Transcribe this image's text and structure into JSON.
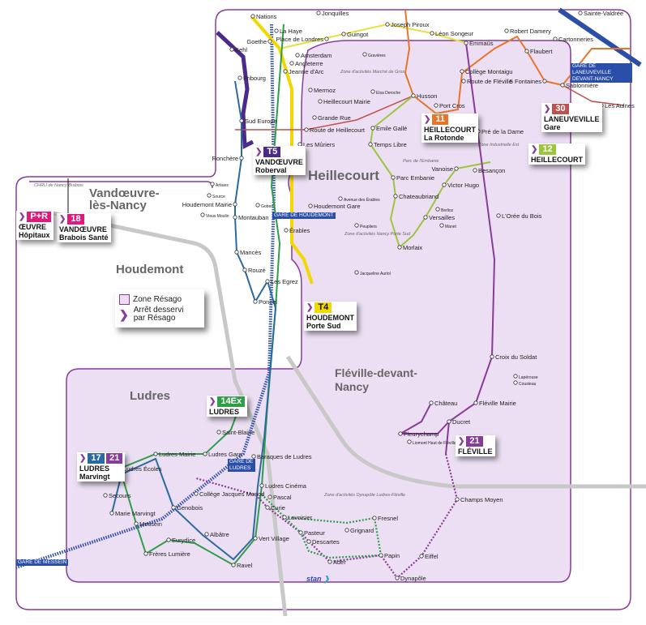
{
  "colors": {
    "zone_fill": "#ecdff3",
    "zone_border": "#8a3a9a",
    "T5": "#4b2a8a",
    "T4": "#f2d700",
    "L11": "#e8742a",
    "L12": "#9bc53d",
    "L14": "#2e9e48",
    "L17": "#2b6aa0",
    "L21": "#8a3a9a",
    "L30": "#c0504d",
    "L18": "#e0197d",
    "rail": "#2b4fa8"
  },
  "towns": [
    "Heillecourt",
    "Vandœuvre-",
    "lès-Nancy",
    "Houdemont",
    "Ludres",
    "Fléville-devant-",
    "Nancy"
  ],
  "zones": [
    "Zone d'activités Marché de Gros",
    "Parc de l'Embanie",
    "Zone Industrielle Est",
    "Zone d'activités Nancy Porte Sud",
    "Zone d'activités Dynapôle Ludres-Fléville",
    "CHRU de Nancy Brabois"
  ],
  "stations": [
    "GARE DE HOUDEMONT",
    "GARE DE LUDRES",
    "GARE DE LANEUVEVILLE DEVANT-NANCY",
    "GARE DE MESSEIN"
  ],
  "legend": {
    "zone": "Zone Résago",
    "stop_line1": "Arrêt desservi",
    "stop_line2": "par Résago"
  },
  "termini": [
    {
      "badges": [
        "T5"
      ],
      "name": "VANDŒUVRE",
      "sub": "Roberval"
    },
    {
      "badges": [
        "11"
      ],
      "name": "HEILLECOURT",
      "sub": "La Rotonde"
    },
    {
      "badges": [
        "12"
      ],
      "name": "HEILLECOURT",
      "sub": ""
    },
    {
      "badges": [
        "30"
      ],
      "name": "LANEUVEVILLE",
      "sub": "Gare"
    },
    {
      "badges": [
        "18"
      ],
      "name": "VANDŒUVRE",
      "sub": "Brabois Santé"
    },
    {
      "badges": [
        "P+R"
      ],
      "name": "ŒUVRE",
      "sub": "Hôpitaux"
    },
    {
      "badges": [
        "T4"
      ],
      "name": "HOUDEMONT",
      "sub": "Porte Sud"
    },
    {
      "badges": [
        "14Ex"
      ],
      "name": "LUDRES",
      "sub": ""
    },
    {
      "badges": [
        "17",
        "21"
      ],
      "name": "LUDRES",
      "sub": "Marvingt"
    },
    {
      "badges": [
        "21"
      ],
      "name": "FLÉVILLE",
      "sub": ""
    }
  ],
  "stops": [
    "Nations",
    "Jonquilles",
    "La Haye",
    "Goethe",
    "Place de Londres",
    "Guingot",
    "Joseph Piroux",
    "Léon Songeur",
    "Emmaüs",
    "Kehl",
    "Amsterdam",
    "Angleterre",
    "Jeanne d'Arc",
    "Fribourg",
    "Robert Damery",
    "Flaubert",
    "Cartonneries",
    "Sainte-Valdrée",
    "Collège Montaigu",
    "Route de Fléville",
    "5 Fontaines",
    "Sablonnière",
    "Les Aulnes",
    "Mermoz",
    "Husson",
    "Port Cros",
    "Heillecourt Mairie",
    "Grande Rue",
    "Sud Europe",
    "Route de Heillecourt",
    "Les Mûriers",
    "Emile Gallé",
    "Temps Libre",
    "Pré de la Dame",
    "Ronchère",
    "Vanoise",
    "Besançon",
    "Victor Hugo",
    "Parc Embanie",
    "Chateaubriand",
    "Houdemont Mairie",
    "Montauban",
    "Houdemont Gare",
    "Érables",
    "Versailles",
    "L'Orée du Bois",
    "Morlaix",
    "Mancès",
    "Rouzé",
    "Les Egrez",
    "Poncel",
    "Croix du Soldat",
    "Château",
    "Fléville Mairie",
    "Ducret",
    "Fleurychamp",
    "Saint-Blaine",
    "Ludres Gare",
    "Baraques de Ludres",
    "Ludres Mairie",
    "Ludres Écoles",
    "Secours",
    "Collège Jacques Monod",
    "Ludres Cinéma",
    "Pascal",
    "Genobois",
    "Marie Marvingt",
    "Messein",
    "Curie",
    "Lavoisier",
    "Fresnel",
    "Champs Moyen",
    "Grignard",
    "Pasteur",
    "Albâtre",
    "Eurydice",
    "Vert Village",
    "Descartes",
    "Frères Lumière",
    "Eiffel",
    "Papin",
    "Ader",
    "Ravel",
    "Dynapôle",
    "Arbues",
    "Source",
    "Vieux Moulin",
    "Gobert",
    "Avenue des Érables",
    "Peupliers",
    "Jacqueline Auriol",
    "Berlioz",
    "Manet",
    "Lapérouse",
    "Cousteau",
    "Gravières",
    "Elsa Deroche",
    "Liomont Haut de Fléville"
  ],
  "operator": "stan"
}
